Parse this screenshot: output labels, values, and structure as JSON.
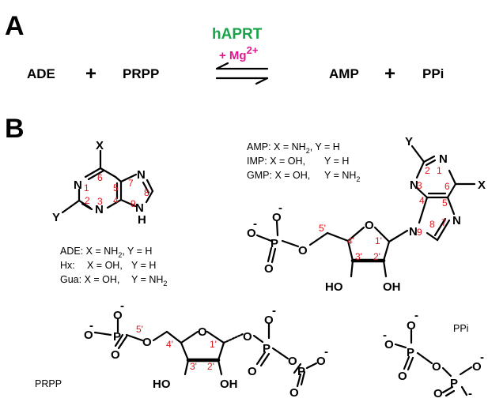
{
  "panels": {
    "a": "A",
    "b": "B"
  },
  "reaction": {
    "substrate1": "ADE",
    "substrate2": "PRPP",
    "product1": "AMP",
    "product2": "PPi",
    "plus": "+",
    "enzyme": "hAPRT",
    "cofactor": "+ Mg",
    "cofactor_charge": "2+"
  },
  "colors": {
    "enzyme": "#1aa34a",
    "cofactor": "#e0168f",
    "numbering": "#e0161d",
    "ink": "#000000"
  },
  "base": {
    "x_label": "X",
    "y_label": "Y",
    "atoms": {
      "n1": "N",
      "n3": "N",
      "n7": "N",
      "n9": "N",
      "h9": "H"
    },
    "numbers": {
      "c1": "1",
      "c2": "2",
      "c3": "3",
      "c4": "4",
      "c5": "5",
      "c6": "6",
      "c7": "7",
      "c8": "8",
      "c9": "9"
    },
    "legend": [
      {
        "name": "ADE:",
        "x": "X = NH",
        "x_sub": "2",
        "y": ",  Y = H"
      },
      {
        "name": "Hx:",
        "x": "X = OH,",
        "x_sub": "",
        "y": "Y = H"
      },
      {
        "name": "Gua:",
        "x": "X = OH,",
        "x_sub": "",
        "y": "Y = NH",
        "y_sub": "2"
      }
    ]
  },
  "nucleotide": {
    "legend": [
      {
        "name": "AMP:",
        "x": "X = NH",
        "x_sub": "2",
        "y": ", Y = H"
      },
      {
        "name": "IMP:",
        "x": "X = OH,",
        "x_sub": "",
        "y": "Y = H"
      },
      {
        "name": "GMP:",
        "x": "X = OH,",
        "x_sub": "",
        "y": "Y = NH",
        "y_sub": "2"
      }
    ],
    "x_label": "X",
    "y_label": "Y",
    "atoms": {
      "n1": "N",
      "n3": "N",
      "n7": "N",
      "n9": "N",
      "ring_o": "O",
      "ho3": "HO",
      "oh2": "OH",
      "p": "P",
      "o_link": "O",
      "o_minus1": "O",
      "o_minus2": "O",
      "o_double": "O",
      "charge": "-"
    },
    "numbers": {
      "c1": "1",
      "c2": "2",
      "c3": "3",
      "c4": "4",
      "c5": "5",
      "c6": "6",
      "c7": "7",
      "c8": "8",
      "c9": "9",
      "r1": "1'",
      "r2": "2'",
      "r3": "3'",
      "r4": "4'",
      "r5": "5'"
    }
  },
  "prpp": {
    "label": "PRPP",
    "atoms": {
      "ring_o": "O",
      "ho3": "HO",
      "oh2": "OH",
      "p": "P",
      "o": "O",
      "charge": "-"
    },
    "numbers": {
      "r1": "1'",
      "r2": "2'",
      "r3": "3'",
      "r4": "4'",
      "r5": "5'"
    }
  },
  "ppi": {
    "label": "PPi",
    "atoms": {
      "p": "P",
      "o": "O",
      "charge": "-"
    }
  }
}
